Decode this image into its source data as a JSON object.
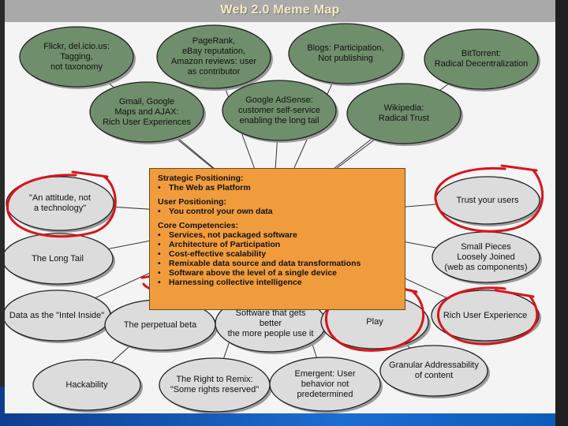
{
  "title": "Web 2.0 Meme Map",
  "colors": {
    "node_fill": "#6f8f6c",
    "node_fill_light": "#dcdcdc",
    "core_fill": "#f19c3c",
    "annotation": "#d9141b"
  },
  "top_nodes": [
    {
      "id": "flickr",
      "text": "Flickr, del.icio.us:\nTagging,\nnot taxonomy"
    },
    {
      "id": "pagerank",
      "text": "PageRank,\neBay reputation,\nAmazon reviews: user\nas contributor"
    },
    {
      "id": "blogs",
      "text": "Blogs: Participation,\nNot publishing"
    },
    {
      "id": "bittorrent",
      "text": "BitTorrent:\nRadical Decentralization"
    },
    {
      "id": "gmail",
      "text": "Gmail, Google\nMaps and AJAX:\nRich User Experiences"
    },
    {
      "id": "adsense",
      "text": "Google AdSense:\ncustomer self-service\nenabling the long tail"
    },
    {
      "id": "wikipedia",
      "text": "Wikipedia:\nRadical Trust"
    }
  ],
  "side_nodes": [
    {
      "id": "attitude",
      "text": "\"An attitude, not\na technology\""
    },
    {
      "id": "longtail",
      "text": "The Long Tail"
    },
    {
      "id": "intel",
      "text": "Data as the \"Intel Inside\""
    },
    {
      "id": "beta",
      "text": "The perpetual beta"
    },
    {
      "id": "better",
      "text": "Software that gets\nbetter\nthe more people use it"
    },
    {
      "id": "play",
      "text": "Play"
    },
    {
      "id": "rue",
      "text": "Rich User Experience"
    },
    {
      "id": "trust",
      "text": "Trust your users"
    },
    {
      "id": "small",
      "text": "Small Pieces\nLoosely Joined\n(web as components)"
    },
    {
      "id": "granular",
      "text": "Granular Addressability\nof content"
    },
    {
      "id": "hackability",
      "text": "Hackability"
    },
    {
      "id": "remix",
      "text": "The Right to Remix:\n\"Some rights reserved\""
    },
    {
      "id": "emergent",
      "text": "Emergent: User\nbehavior not\npredetermined"
    }
  ],
  "core": {
    "sections": [
      {
        "heading": "Strategic Positioning:",
        "items": [
          "The Web as Platform"
        ]
      },
      {
        "heading": "User Positioning:",
        "items": [
          "You control your own data"
        ]
      },
      {
        "heading": "Core Competencies:",
        "items": [
          "Services, not packaged software",
          "Architecture of Participation",
          "Cost-effective scalability",
          "Remixable data source and data transformations",
          "Software above the level of a single device",
          "Harnessing collective intelligence"
        ]
      }
    ]
  }
}
